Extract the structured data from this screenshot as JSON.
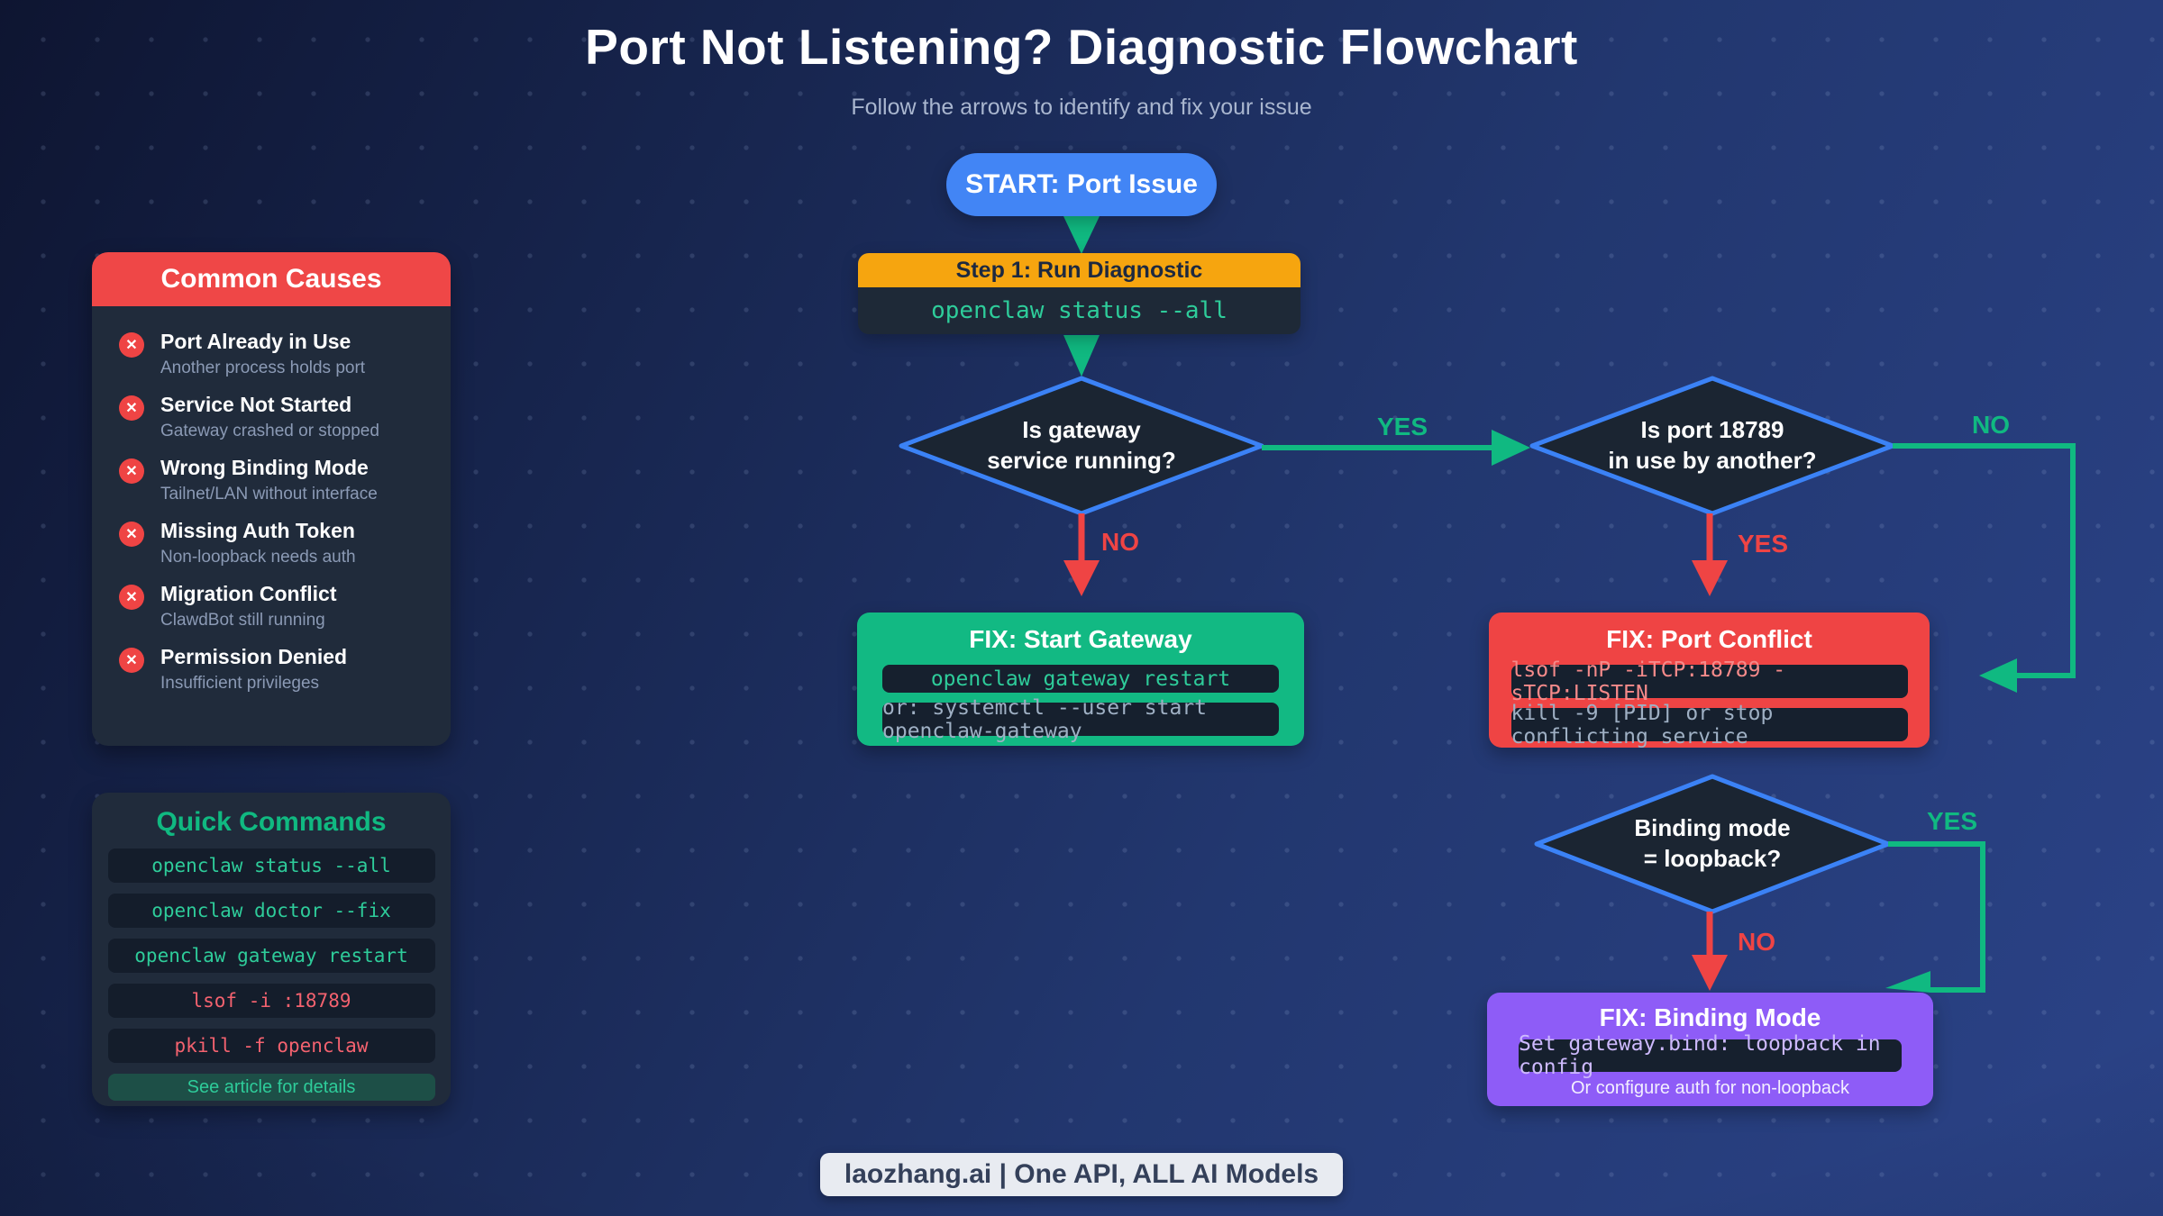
{
  "title": "Port Not Listening? Diagnostic Flowchart",
  "subtitle": "Follow the arrows to identify and fix your issue",
  "colors": {
    "accent_green": "#10b981",
    "accent_red": "#ef4444",
    "accent_blue": "#3b82f6",
    "accent_orange": "#f6a50f",
    "accent_purple": "#8e5cf7",
    "start_blue": "#4285f5"
  },
  "flow": {
    "start_label": "START: Port Issue",
    "step1": {
      "title": "Step 1: Run Diagnostic",
      "command": "openclaw status --all"
    },
    "decisions": {
      "gateway": {
        "line1": "Is gateway",
        "line2": "service running?"
      },
      "port": {
        "line1": "Is port 18789",
        "line2": "in use by another?"
      },
      "binding": {
        "line1": "Binding mode",
        "line2": "= loopback?"
      }
    },
    "edge_labels": {
      "gateway_yes": "YES",
      "gateway_no": "NO",
      "port_no": "NO",
      "port_yes": "YES",
      "binding_yes": "YES",
      "binding_no": "NO"
    },
    "fixes": {
      "start_gateway": {
        "title": "FIX: Start Gateway",
        "cmd1": "openclaw gateway restart",
        "cmd2": "or: systemctl --user start openclaw-gateway"
      },
      "port_conflict": {
        "title": "FIX: Port Conflict",
        "cmd1": "lsof -nP -iTCP:18789 -sTCP:LISTEN",
        "cmd2": "kill -9 [PID] or stop conflicting service"
      },
      "binding_mode": {
        "title": "FIX: Binding Mode",
        "cmd1": "Set gateway.bind: loopback in config",
        "note": "Or configure auth for non-loopback"
      }
    }
  },
  "common_causes": {
    "title": "Common Causes",
    "items": [
      {
        "title": "Port Already in Use",
        "desc": "Another process holds port"
      },
      {
        "title": "Service Not Started",
        "desc": "Gateway crashed or stopped"
      },
      {
        "title": "Wrong Binding Mode",
        "desc": "Tailnet/LAN without interface"
      },
      {
        "title": "Missing Auth Token",
        "desc": "Non-loopback needs auth"
      },
      {
        "title": "Migration Conflict",
        "desc": "ClawdBot still running"
      },
      {
        "title": "Permission Denied",
        "desc": "Insufficient privileges"
      }
    ]
  },
  "quick_commands": {
    "title": "Quick Commands",
    "commands": [
      {
        "text": "openclaw status --all",
        "tone": "green"
      },
      {
        "text": "openclaw doctor --fix",
        "tone": "green"
      },
      {
        "text": "openclaw gateway restart",
        "tone": "green"
      },
      {
        "text": "lsof -i :18789",
        "tone": "red"
      },
      {
        "text": "pkill -f openclaw",
        "tone": "red"
      }
    ],
    "footer_button": "See article for details"
  },
  "footer": "laozhang.ai | One API, ALL AI Models"
}
